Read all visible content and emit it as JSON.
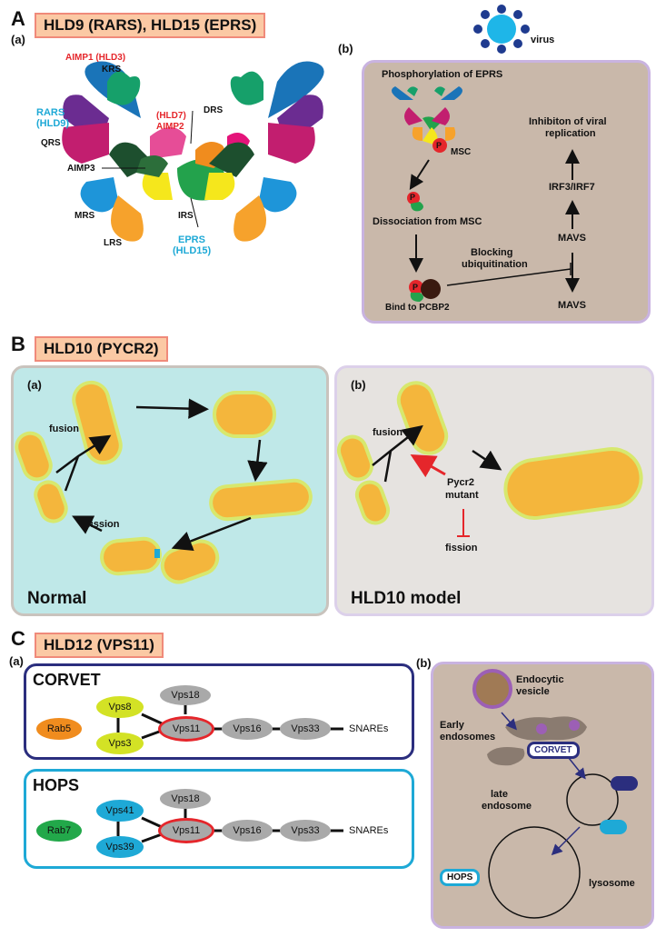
{
  "sectionA": {
    "letter": "A",
    "title": "HLD9 (RARS), HLD15 (EPRS)",
    "sub_a": "(a)",
    "sub_b": "(b)",
    "labels": {
      "aimp1": "AIMP1 (HLD3)",
      "krs": "KRS",
      "rars": "RARS",
      "hld9": "(HLD9)",
      "qrs": "QRS",
      "hld7": "(HLD7)",
      "aimp2": "AIMP2",
      "drs": "DRS",
      "aimp3": "AIMP3",
      "mrs": "MRS",
      "irs": "IRS",
      "lrs": "LRS",
      "eprs": "EPRS",
      "hld15": "(HLD15)"
    },
    "pathway": {
      "virus": "virus",
      "phospho": "Phosphorylation of EPRS",
      "msc": "MSC",
      "p": "P",
      "dissoc": "Dissociation from MSC",
      "bind": "Bind to PCBP2",
      "blocking1": "Blocking",
      "blocking2": "ubiquitination",
      "inhib1": "Inhibiton of viral",
      "inhib2": "replication",
      "irf": "IRF3/IRF7",
      "mavs1": "MAVS",
      "mavs2": "MAVS"
    }
  },
  "sectionB": {
    "letter": "B",
    "title": "HLD10 (PYCR2)",
    "sub_a": "(a)",
    "sub_b": "(b)",
    "fusion_a": "fusion",
    "fission_a": "fission",
    "normal": "Normal",
    "fusion_b": "fusion",
    "mutant1": "Pycr2",
    "mutant2": "mutant",
    "fission_b": "fission",
    "model": "HLD10 model"
  },
  "sectionC": {
    "letter": "C",
    "title": "HLD12 (VPS11)",
    "sub_a": "(a)",
    "sub_b": "(b)",
    "corvet": {
      "title": "CORVET",
      "rab": "Rab5",
      "vps8": "Vps8",
      "vps3": "Vps3",
      "vps18": "Vps18",
      "vps11": "Vps11",
      "vps16": "Vps16",
      "vps33": "Vps33",
      "snares": "SNAREs"
    },
    "hops": {
      "title": "HOPS",
      "rab": "Rab7",
      "vps41": "Vps41",
      "vps39": "Vps39",
      "vps18": "Vps18",
      "vps11": "Vps11",
      "vps16": "Vps16",
      "vps33": "Vps33",
      "snares": "SNAREs"
    },
    "traffic": {
      "endo1": "Endocytic",
      "endo2": "vesicle",
      "early1": "Early",
      "early2": "endosomes",
      "corvet": "CORVET",
      "late1": "late",
      "late2": "endosome",
      "hops": "HOPS",
      "lyso": "lysosome"
    }
  },
  "colors": {
    "salmon_box": "#fbc9a4",
    "panel_tan": "#c9b8aa",
    "panel_cyan": "#bfe8e8",
    "panel_grey": "#e6e3e0",
    "corvet_border": "#2b2e7e",
    "hops_border": "#1ea9d6",
    "vps11_ring": "#e5262b"
  }
}
